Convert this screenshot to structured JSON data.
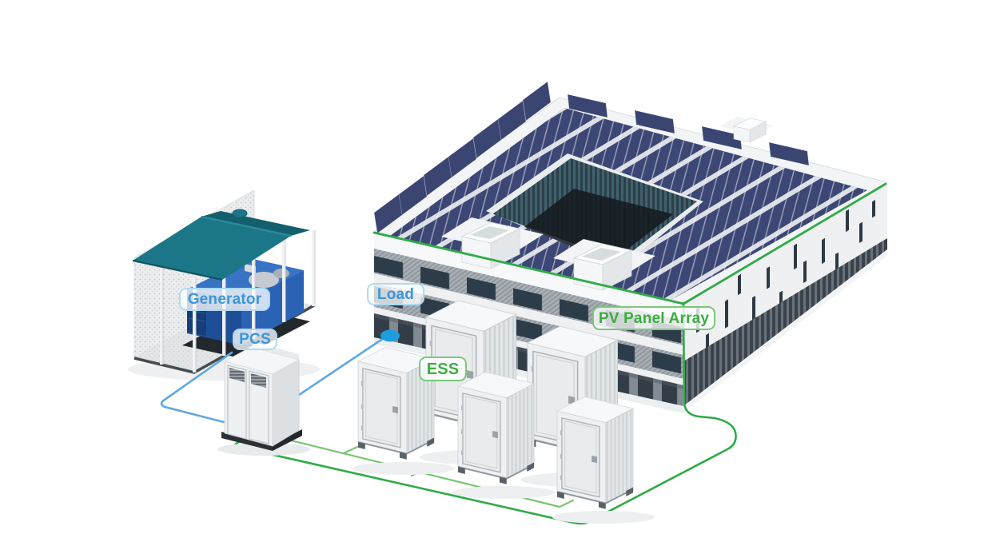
{
  "diagram": {
    "labels": [
      {
        "id": "generator",
        "text": "Generator",
        "scheme": "blue"
      },
      {
        "id": "pcs",
        "text": "PCS",
        "scheme": "blue"
      },
      {
        "id": "load",
        "text": "Load",
        "scheme": "blue"
      },
      {
        "id": "ess",
        "text": "ESS",
        "scheme": "green"
      },
      {
        "id": "pv_panel_array",
        "text": "PV Panel Array",
        "scheme": "green"
      }
    ],
    "colors": {
      "label_blue_text": "#3b96d9",
      "label_blue_border": "#aedaf3",
      "label_green_text": "#3bae3f",
      "label_green_border": "#7bc87a",
      "line_blue": "#5fa8e0",
      "line_green": "#2fab47",
      "line_green_light": "#7ac473",
      "load_dot_blue": "#1f9ce0",
      "pv_panel_navy": "#3c4775",
      "canopy_teal": "#1b7687",
      "generator_blue": "#1e4f96",
      "background": "#ffffff"
    },
    "scene": {
      "ess_container_count": 5,
      "roof_skylight_count": 3,
      "connections": [
        {
          "from": "Generator",
          "to": "PCS",
          "color": "blue"
        },
        {
          "from": "PCS",
          "to": "Load",
          "color": "blue"
        },
        {
          "from": "PCS",
          "to": "ESS",
          "color": "green"
        },
        {
          "from": "ESS",
          "to": "PV Panel Array",
          "color": "green"
        }
      ]
    }
  }
}
